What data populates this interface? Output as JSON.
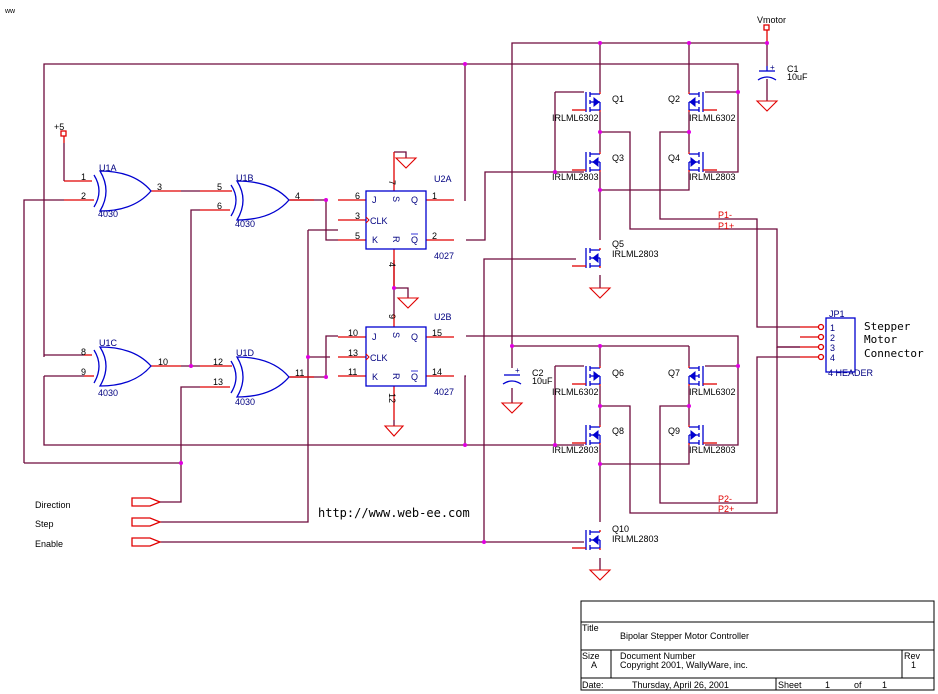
{
  "corner_mark": "ww",
  "power": {
    "plus5": "+5",
    "vmotor": "Vmotor"
  },
  "gates": [
    {
      "ref": "U1A",
      "type": "4030",
      "pins": [
        "1",
        "2",
        "3"
      ]
    },
    {
      "ref": "U1B",
      "type": "4030",
      "pins": [
        "5",
        "6",
        "4"
      ]
    },
    {
      "ref": "U1C",
      "type": "4030",
      "pins": [
        "8",
        "9",
        "10"
      ]
    },
    {
      "ref": "U1D",
      "type": "4030",
      "pins": [
        "12",
        "13",
        "11"
      ]
    }
  ],
  "flipflops": [
    {
      "ref": "U2A",
      "type": "4027",
      "pins": {
        "j": "6",
        "clk": "3",
        "k": "5",
        "s": "7",
        "r": "4",
        "q": "1",
        "qbar": "2"
      }
    },
    {
      "ref": "U2B",
      "type": "4027",
      "pins": {
        "j": "10",
        "clk": "13",
        "k": "11",
        "s": "9",
        "r": "12",
        "q": "15",
        "qbar": "14"
      }
    }
  ],
  "ff_labels": {
    "j": "J",
    "clk": "CLK",
    "k": "K",
    "s": "S",
    "r": "R",
    "q": "Q",
    "qbar": "Q"
  },
  "transistors": [
    {
      "ref": "Q1",
      "part": "IRLML6302"
    },
    {
      "ref": "Q2",
      "part": "IRLML6302"
    },
    {
      "ref": "Q3",
      "part": "IRLML2803"
    },
    {
      "ref": "Q4",
      "part": "IRLML2803"
    },
    {
      "ref": "Q5",
      "part": "IRLML2803"
    },
    {
      "ref": "Q6",
      "part": "IRLML6302"
    },
    {
      "ref": "Q7",
      "part": "IRLML6302"
    },
    {
      "ref": "Q8",
      "part": "IRLML2803"
    },
    {
      "ref": "Q9",
      "part": "IRLML2803"
    },
    {
      "ref": "Q10",
      "part": "IRLML2803"
    }
  ],
  "capacitors": [
    {
      "ref": "C1",
      "value": "10uF"
    },
    {
      "ref": "C2",
      "value": "10uF"
    }
  ],
  "nets": {
    "p1_minus": "P1-",
    "p1_plus": "P1+",
    "p2_minus": "P2-",
    "p2_plus": "P2+"
  },
  "connector": {
    "ref": "JP1",
    "type": "4 HEADER",
    "pins": [
      "1",
      "2",
      "3",
      "4"
    ],
    "description": [
      "Stepper",
      "Motor",
      "Connector"
    ]
  },
  "inputs": [
    {
      "label": "Direction"
    },
    {
      "label": "Step"
    },
    {
      "label": "Enable"
    }
  ],
  "url": "http://www.web-ee.com",
  "title_block": {
    "title_label": "Title",
    "title": "Bipolar Stepper Motor Controller",
    "size_label": "Size",
    "size": "A",
    "docnum_label": "Document Number",
    "docnum": "Copyright 2001, WallyWare, inc.",
    "rev_label": "Rev",
    "rev": "1",
    "date_label": "Date:",
    "date": "Thursday, April 26, 2001",
    "sheet_label": "Sheet",
    "sheet": "1",
    "of_label": "of",
    "sheets": "1"
  }
}
